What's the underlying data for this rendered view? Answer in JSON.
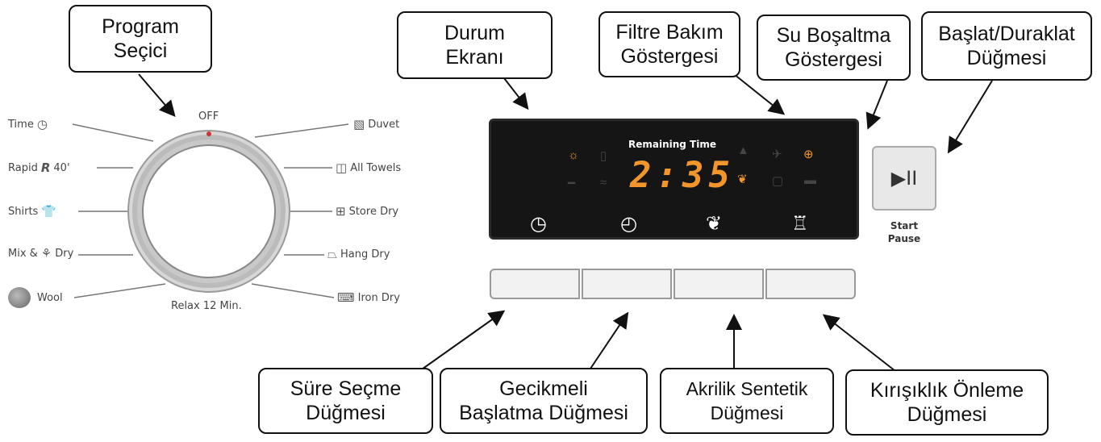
{
  "callouts": {
    "program_selector": [
      "Program",
      "Seçici"
    ],
    "status_display": [
      "Durum",
      "Ekranı"
    ],
    "filter_indicator": [
      "Filtre Bakım",
      "Göstergesi"
    ],
    "drain_indicator": [
      "Su Boşaltma",
      "Göstergesi"
    ],
    "start_pause": [
      "Başlat/Duraklat",
      "Düğmesi"
    ],
    "time_select": [
      "Süre Seçme",
      "Düğmesi"
    ],
    "delay_start": [
      "Gecikmeli",
      "Başlatma Düğmesi"
    ],
    "acrylic_synthetic": [
      "Akrilik Sentetik",
      "Düğmesi"
    ],
    "anti_crease": [
      "Kırışıklık Önleme",
      "Düğmesi"
    ]
  },
  "dial": {
    "top": "OFF",
    "bottom": "Relax 12 Min.",
    "left": [
      {
        "label": "Time",
        "icon": "clock-icon",
        "glyph": "◷"
      },
      {
        "label": "Rapid",
        "suffix": "40'",
        "icon": "rapid-r-icon",
        "glyph": "R"
      },
      {
        "label": "Shirts",
        "icon": "shirt-icon",
        "glyph": "👕"
      },
      {
        "label": "Mix &",
        "suffix": "Dry",
        "icon": "mix-icon",
        "glyph": "⚘"
      },
      {
        "label": "Wool",
        "icon": "wool-icon",
        "glyph": ""
      }
    ],
    "right": [
      {
        "label": "Duvet",
        "icon": "duvet-icon",
        "glyph": "▧"
      },
      {
        "label": "All Towels",
        "icon": "towel-icon",
        "glyph": "◫"
      },
      {
        "label": "Store Dry",
        "icon": "store-dry-icon",
        "glyph": "⊞"
      },
      {
        "label": "Hang Dry",
        "icon": "hang-dry-icon",
        "glyph": "⏢"
      },
      {
        "label": "Iron Dry",
        "icon": "iron-icon",
        "glyph": "⌨"
      }
    ]
  },
  "display": {
    "remaining_label": "Remaining Time",
    "time": "2:35"
  },
  "start_pause_button": {
    "glyph": "▶II",
    "label_1": "Start",
    "label_2": "Pause"
  },
  "colors": {
    "led_orange": "#f2962c",
    "panel": "#151515"
  }
}
